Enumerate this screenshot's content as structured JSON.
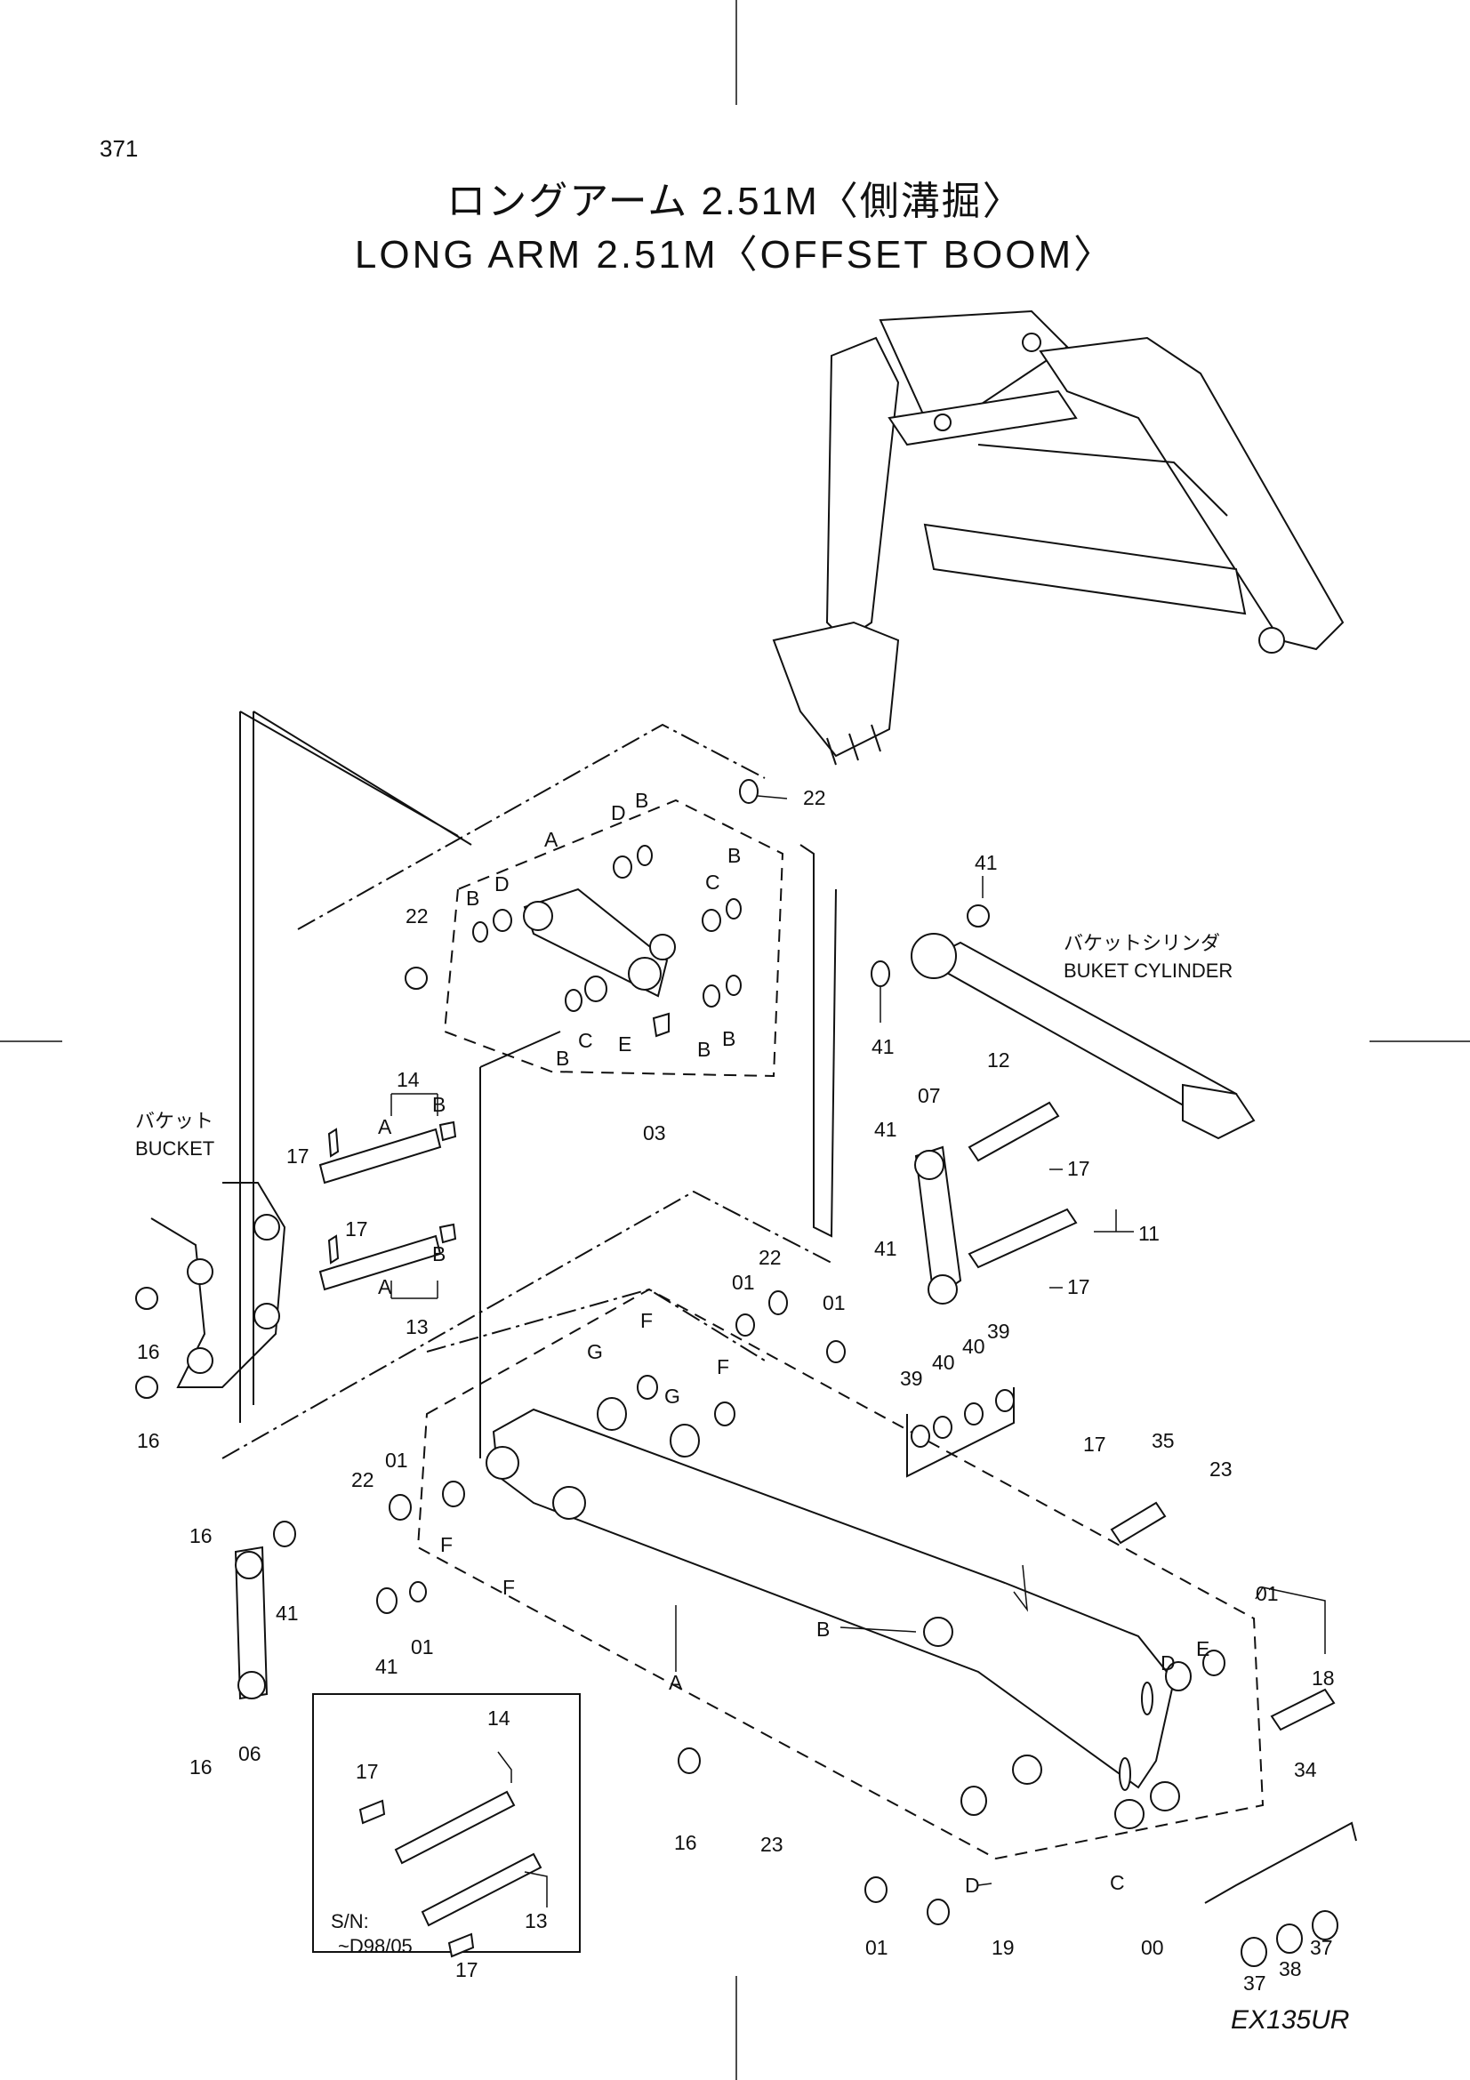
{
  "page_number": "371",
  "title_jp": "ロングアーム 2.51M〈側溝掘〉",
  "title_en": "LONG ARM 2.51M〈OFFSET BOOM〉",
  "model": "EX135UR",
  "annotations": {
    "bucket_cylinder_jp": "バケットシリンダ",
    "bucket_cylinder_en": "BUKET CYLINDER",
    "bucket_jp": "バケット",
    "bucket_en": "BUCKET",
    "sn_line1": "S/N:",
    "sn_line2": "~D98/05"
  },
  "labels": {
    "p22a": "22",
    "pDa": "D",
    "pBa": "B",
    "pA1": "A",
    "pD1": "D",
    "pB1": "B",
    "p22b": "22",
    "pC1": "C",
    "pB2": "B",
    "pB3": "B",
    "pC2": "C",
    "pE1": "E",
    "pB4": "B",
    "pB5": "B",
    "p03": "03",
    "p41a": "41",
    "p41b": "41",
    "p14a": "14",
    "pBb": "B",
    "pAa": "A",
    "p17a": "17",
    "p17b": "17",
    "pBc": "B",
    "pAb": "A",
    "p13a": "13",
    "p16a": "16",
    "p16b": "16",
    "p07": "07",
    "p12": "12",
    "p41c": "41",
    "p17c": "17",
    "p11": "11",
    "p41d": "41",
    "p17d": "17",
    "p22c": "22",
    "p01a": "01",
    "p01b": "01",
    "pG1": "G",
    "pF1": "F",
    "pG2": "G",
    "pF2": "F",
    "p39a": "39",
    "p40a": "40",
    "p40b": "40",
    "p39b": "39",
    "p17e": "17",
    "p35": "35",
    "p23a": "23",
    "p22d": "22",
    "p01c": "01",
    "pFa": "F",
    "pFb": "F",
    "p16c": "16",
    "p41e": "41",
    "p41f": "41",
    "p01d": "01",
    "p16d": "16",
    "p06": "06",
    "pAbig": "A",
    "pBbig": "B",
    "p01e": "01",
    "pDb": "D",
    "pEb": "E",
    "p18": "18",
    "p34": "34",
    "p16e": "16",
    "p23b": "23",
    "pDc": "D",
    "pCc": "C",
    "p01f": "01",
    "p19": "19",
    "p00": "00",
    "p37a": "37",
    "p38": "38",
    "p37b": "37",
    "p17f": "17",
    "p14b": "14",
    "p13b": "13",
    "p17g": "17"
  }
}
